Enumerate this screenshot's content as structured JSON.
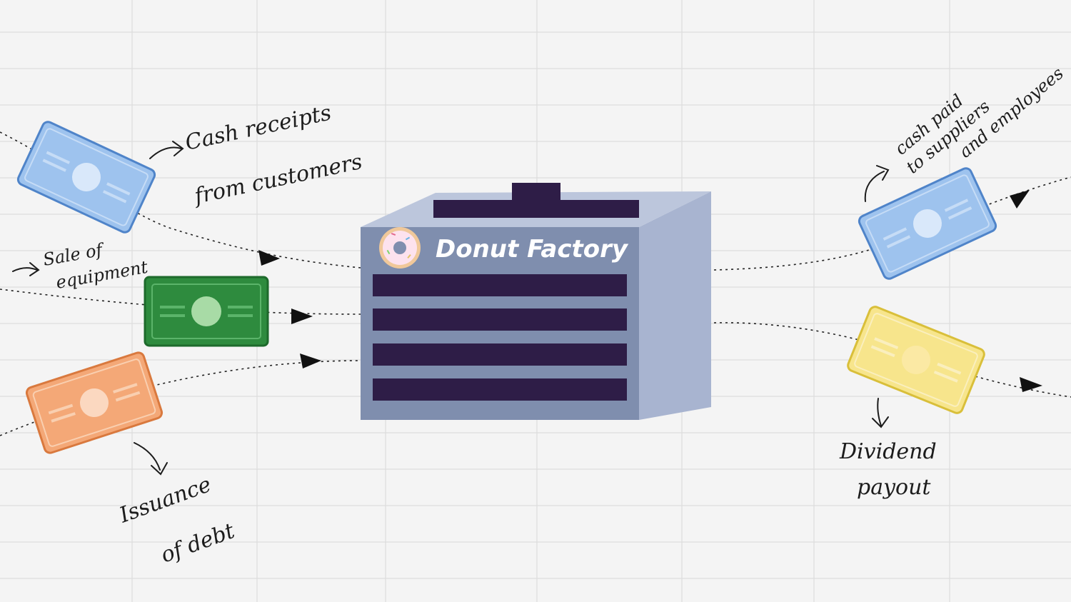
{
  "factory": {
    "name": "Donut Factory"
  },
  "inflows": [
    {
      "id": "customers",
      "note_lines": [
        "Cash receipts",
        "from customers"
      ]
    },
    {
      "id": "equipment",
      "note_lines": [
        "Sale of",
        "equipment"
      ]
    },
    {
      "id": "debt",
      "note_lines": [
        "Issuance",
        "of debt"
      ]
    }
  ],
  "outflows": [
    {
      "id": "suppliers",
      "note_lines": [
        "cash paid",
        "to suppliers",
        "and employees"
      ]
    },
    {
      "id": "dividend",
      "note_lines": [
        "Dividend",
        "payout"
      ]
    }
  ],
  "colors": {
    "background": "#f4f4f4",
    "grid": "#d9d9d9",
    "factory_front": "#7f8eae",
    "factory_side": "#a8b4d0",
    "factory_top": "#bcc6dc",
    "factory_dark": "#2e1d47",
    "check_blue": "#9ec3ee",
    "cash_green": "#2e8b3e",
    "check_orange": "#f4a877",
    "check_yellow": "#f7e58c"
  },
  "icons": {
    "donut": "donut-icon",
    "check": "check-icon",
    "banknote": "banknote-icon"
  }
}
